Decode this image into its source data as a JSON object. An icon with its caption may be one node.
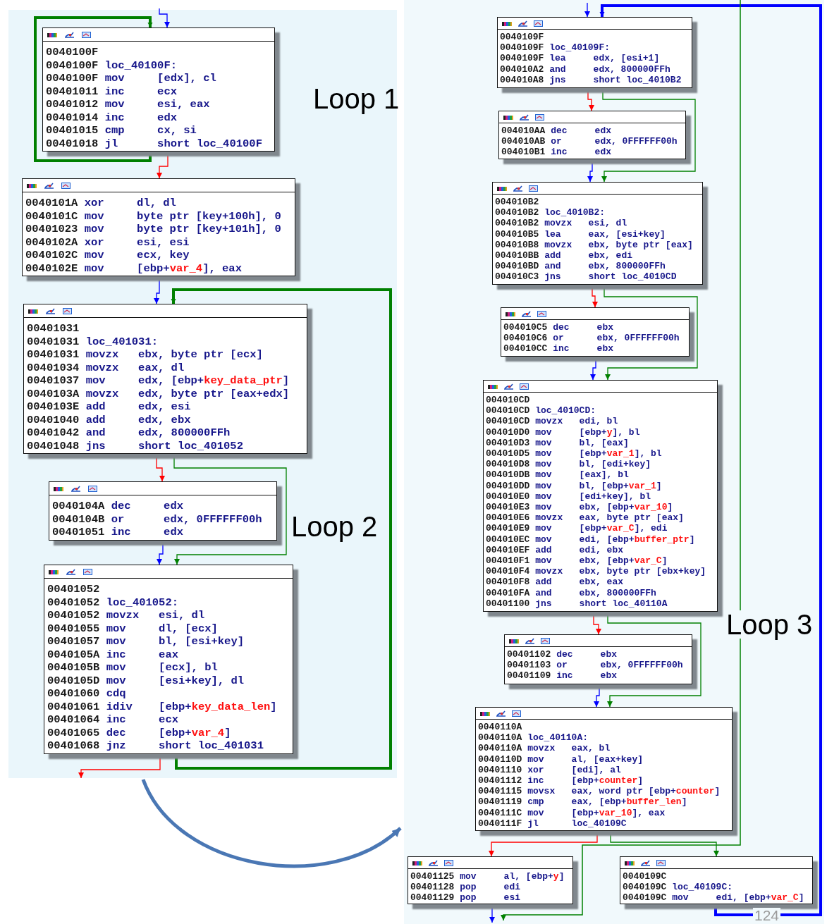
{
  "diagram": {
    "nodes": [
      {
        "text": [],
        "shape": "box"
      },
      {
        "text": [
          "0040100F",
          "0040100F loc_40100F:",
          "0040100F mov [edx], cl",
          "00401011 inc ecx",
          "00401012 mov esi, eax",
          "00401014 inc edx",
          "00401015 cmp cx, si",
          "00401018 jl short loc_40100F"
        ],
        "in": 0
      },
      {
        "text": [
          "0040101A xor dl, dl",
          "0040101C mov byte ptr [key+100h], 0",
          "00401023 mov byte ptr [key+101h], 0",
          "0040102A xor esi, esi",
          "0040102C mov ecx, key",
          "0040102E mov [ebp+var_4], eax"
        ],
        "in": 0
      },
      {
        "text": [
          "00401031",
          "00401031 loc_401031:",
          "00401031 movzx ebx, byte ptr [ecx]",
          "00401034 movzx eax, dl",
          "00401037 mov edx, [ebp+key_data_ptr]",
          "0040103A movzx edx, byte ptr [eax+edx]",
          "0040103E add edx, esi",
          "00401040 add edx, ebx",
          "00401042 and edx, 800000FFh",
          "00401048 jns short loc_401052"
        ],
        "in": 0
      },
      {
        "text": [
          "0040104A dec edx",
          "0040104B or edx, 0FFFFFF00h",
          "00401051 inc edx"
        ],
        "in": 0
      },
      {
        "text": [
          "00401052",
          "00401052 loc_401052:",
          "00401052 movzx esi, dl",
          "00401055 mov dl, [ecx]",
          "00401057 mov bl, [esi+key]",
          "0040105A inc eax",
          "0040105B mov [ecx], bl",
          "0040105D mov [esi+key], dl",
          "00401060 cdq",
          "00401061 idiv [ebp+key_data_len]",
          "00401064 inc ecx",
          "00401065 dec [ebp+var_4]",
          "00401068 jnz short loc_401031"
        ],
        "in": 0
      },
      {
        "text": [],
        "shape": "box"
      },
      {
        "text": [
          "0040109F",
          "0040109F loc_40109F:",
          "0040109F lea edx, [esi+1]",
          "004010A2 and edx, 800000FFh",
          "004010A8 jns short loc_4010B2"
        ],
        "in": 6
      },
      {
        "text": [
          "004010AA dec edx",
          "004010AB or edx, 0FFFFFF00h",
          "004010B1 inc edx"
        ],
        "in": 6
      },
      {
        "text": [
          "004010B2",
          "004010B2 loc_4010B2:",
          "004010B2 movzx esi, dl",
          "004010B5 lea eax, [esi+key]",
          "004010B8 movzx ebx, byte ptr [eax]",
          "004010BB add ebx, edi",
          "004010BD and ebx, 800000FFh",
          "004010C3 jns short loc_4010CD"
        ],
        "in": 6
      },
      {
        "text": [
          "004010C5 dec ebx",
          "004010C6 or ebx, 0FFFFFF00h",
          "004010CC inc ebx"
        ],
        "in": 6
      },
      {
        "text": [
          "004010CD",
          "004010CD loc_4010CD:",
          "004010CD movzx edi, bl",
          "004010D0 mov [ebp+y], bl",
          "004010D3 mov bl, [eax]",
          "004010D5 mov [ebp+var_1], bl",
          "004010D8 mov bl, [edi+key]",
          "004010DB mov [eax], bl",
          "004010DD mov bl, [ebp+var_1]",
          "004010E0 mov [edi+key], bl",
          "004010E3 mov ebx, [ebp+var_10]",
          "004010E6 movzx eax, byte ptr [eax]",
          "004010E9 mov [ebp+var_C], edi",
          "004010EC mov edi, [ebp+buffer_ptr]",
          "004010EF add edi, ebx",
          "004010F1 mov ebx, [ebp+var_C]",
          "004010F4 movzx ebx, byte ptr [ebx+key]",
          "004010F8 add ebx, eax",
          "004010FA and ebx, 800000FFh",
          "00401100 jns short loc_40110A"
        ],
        "in": 6
      },
      {
        "text": [
          "00401102 dec ebx",
          "00401103 or ebx, 0FFFFFF00h",
          "00401109 inc ebx"
        ],
        "in": 6
      },
      {
        "text": [
          "0040110A",
          "0040110A loc_40110A:",
          "0040110A movzx eax, bl",
          "0040110D mov al, [eax+key]",
          "00401110 xor [edi], al",
          "00401112 inc [ebp+counter]",
          "00401115 movsx eax, word ptr [ebp+counter]",
          "00401119 cmp eax, [ebp+buffer_len]",
          "0040111C mov [ebp+var_10], eax",
          "0040111F jl loc_40109C"
        ],
        "in": 6
      },
      {
        "text": [
          "00401125 mov al, [ebp+y]",
          "00401128 pop edi",
          "00401129 pop esi"
        ],
        "in": 6
      },
      {
        "text": [
          "0040109C",
          "0040109C loc_40109C:",
          "0040109C mov edi, [ebp+var_C]"
        ],
        "in": 6
      }
    ],
    "edges": [
      {
        "from": null,
        "to": 1,
        "arrow": "to",
        "color": "#0000ff"
      },
      {
        "from": 1,
        "to": 1,
        "arrow": "to",
        "color": "#008000",
        "style": "thick"
      },
      {
        "from": 1,
        "to": 2,
        "arrow": "to",
        "color": "#ff0000"
      },
      {
        "from": 2,
        "to": 3,
        "arrow": "to",
        "color": "#0000ff"
      },
      {
        "from": 3,
        "to": 4,
        "arrow": "to",
        "color": "#ff0000"
      },
      {
        "from": 3,
        "to": 5,
        "arrow": "to",
        "color": "#008000"
      },
      {
        "from": 4,
        "to": 5,
        "arrow": "to",
        "color": "#0000ff"
      },
      {
        "from": 5,
        "to": 3,
        "arrow": "to",
        "color": "#008000",
        "style": "thick"
      },
      {
        "from": 5,
        "to": null,
        "arrow": "to",
        "color": "#ff0000"
      },
      {
        "from": 0,
        "to": 6,
        "arrow": "to",
        "color": "#4a77b4",
        "style": "thick"
      },
      {
        "from": null,
        "to": 7,
        "arrow": "to",
        "color": "#0000ff"
      },
      {
        "from": 15,
        "to": 7,
        "arrow": "to",
        "color": "#0000ff",
        "style": "thick"
      },
      {
        "from": 7,
        "to": 8,
        "arrow": "to",
        "color": "#ff0000"
      },
      {
        "from": 7,
        "to": 9,
        "arrow": "to",
        "color": "#008000"
      },
      {
        "from": 8,
        "to": 9,
        "arrow": "to",
        "color": "#0000ff"
      },
      {
        "from": 9,
        "to": 10,
        "arrow": "to",
        "color": "#ff0000"
      },
      {
        "from": 9,
        "to": 11,
        "arrow": "to",
        "color": "#008000"
      },
      {
        "from": 10,
        "to": 11,
        "arrow": "to",
        "color": "#0000ff"
      },
      {
        "from": 11,
        "to": 12,
        "arrow": "to",
        "color": "#ff0000"
      },
      {
        "from": 11,
        "to": 13,
        "arrow": "to",
        "color": "#008000"
      },
      {
        "from": 12,
        "to": 13,
        "arrow": "to",
        "color": "#0000ff"
      },
      {
        "from": 13,
        "to": 14,
        "arrow": "to",
        "color": "#ff0000"
      },
      {
        "from": 13,
        "to": 15,
        "arrow": "to",
        "color": "#008000"
      },
      {
        "from": 14,
        "to": null,
        "arrow": "to",
        "color": "#0000ff"
      }
    ],
    "labels": [
      "Loop 1",
      "Loop 2",
      "Loop 3",
      "124"
    ]
  }
}
